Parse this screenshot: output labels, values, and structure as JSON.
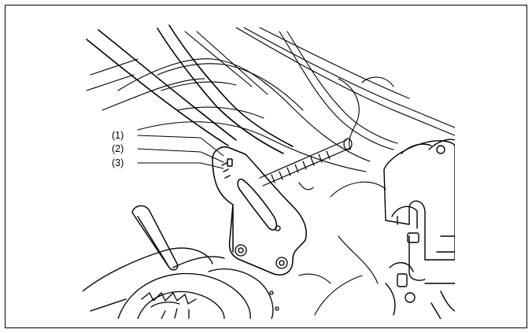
{
  "figure": {
    "callouts": [
      {
        "label": "(1)"
      },
      {
        "label": "(2)"
      },
      {
        "label": "(3)"
      }
    ]
  },
  "colors": {
    "line": "#000000",
    "background": "#ffffff"
  }
}
